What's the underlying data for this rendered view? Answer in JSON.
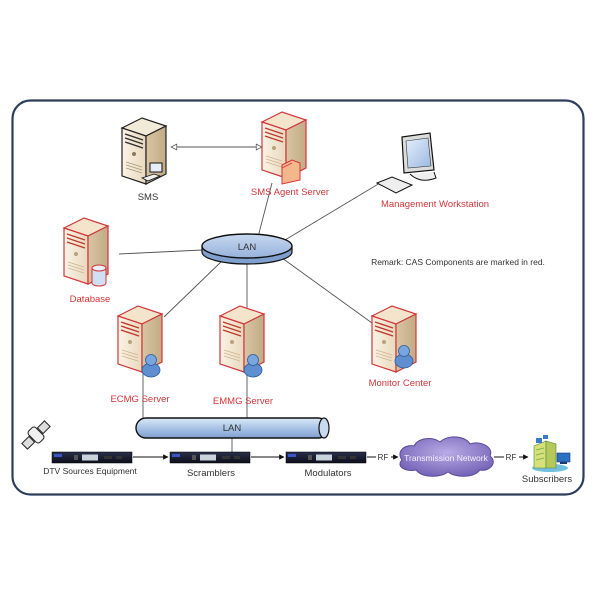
{
  "title": "CAS System Network Diagram",
  "remark": "Remark: CAS Components are marked in red.",
  "colors": {
    "cas_red": "#d2363a",
    "frame": "#2c3e5c",
    "lan": "#9fbbe0",
    "cloud": "#8c7cc4",
    "text": "#333333"
  },
  "nodes": {
    "sms": {
      "label": "SMS",
      "cas": false,
      "icon": "server-workstation-icon"
    },
    "sms_agent": {
      "label": "SMS Agent Server",
      "cas": true,
      "icon": "server-icon"
    },
    "management": {
      "label": "Management Workstation",
      "cas": true,
      "icon": "workstation-icon"
    },
    "database": {
      "label": "Database",
      "cas": true,
      "icon": "database-server-icon"
    },
    "lan_top": {
      "label": "LAN",
      "icon": "lan-disc-icon"
    },
    "ecmg": {
      "label": "ECMG Server",
      "cas": true,
      "icon": "server-user-icon"
    },
    "emmg": {
      "label": "EMMG Server",
      "cas": true,
      "icon": "server-user-icon"
    },
    "monitor": {
      "label": "Monitor Center",
      "cas": true,
      "icon": "server-user-icon"
    },
    "lan_bus": {
      "label": "LAN",
      "icon": "lan-bus-icon"
    },
    "dtv": {
      "label": "DTV Sources Equipment",
      "icon": "rack-unit-icon"
    },
    "satellite": {
      "label": "",
      "icon": "satellite-icon"
    },
    "scramblers": {
      "label": "Scramblers",
      "icon": "rack-unit-icon"
    },
    "modulators": {
      "label": "Modulators",
      "icon": "rack-unit-icon"
    },
    "transmission": {
      "label": "Transmission Network",
      "icon": "cloud-icon"
    },
    "subscribers": {
      "label": "Subscribers",
      "icon": "building-tv-icon"
    }
  },
  "links": {
    "rf_1": "RF",
    "rf_2": "RF"
  }
}
